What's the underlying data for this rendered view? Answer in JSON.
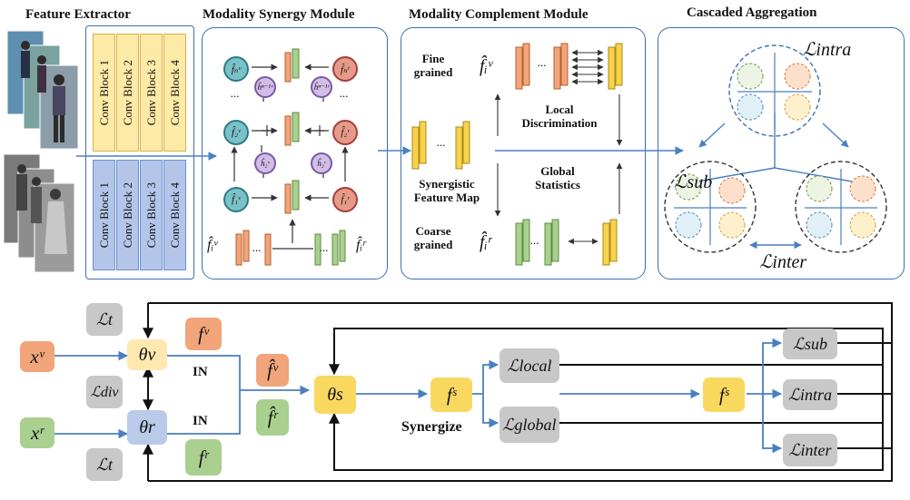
{
  "titles": {
    "feature_extractor": "Feature Extractor",
    "synergy": "Modality Synergy Module",
    "complement": "Modality Complement Module",
    "cascaded": "Cascaded Aggregation"
  },
  "conv_blocks": [
    "Conv Block 1",
    "Conv Block 2",
    "Conv Block 3",
    "Conv Block 4"
  ],
  "synergy": {
    "fn_v": "f̂ₙᵛ",
    "fn_r": "f̂ₙʳ",
    "f2_v": "f̂₂ᵛ",
    "f2_r": "f̂₂ʳ",
    "f1_v": "f̂₁ᵛ",
    "f1_r": "f̂₁ʳ",
    "hn_v": "ĥⁿ⁻¹ᵛ",
    "hn_r": "ĥⁿ⁻¹ʳ",
    "h2_v": "ĥ₂ᵛ",
    "h2_r": "ĥ₂ʳ",
    "fi_v": "f̂ᵢᵛ",
    "fi_r": "f̂ᵢʳ",
    "dots": "..."
  },
  "complement": {
    "fine": "Fine grained",
    "coarse": "Coarse grained",
    "synergistic": "Synergistic Feature Map",
    "local": "Local Discrimination",
    "global": "Global Statistics",
    "fi_v": "f̂ᵢᵛ",
    "fi_r": "f̂ᵢʳ",
    "dots": "..."
  },
  "cascaded": {
    "intra": "ℒintra",
    "sub": "ℒsub",
    "inter": "ℒinter"
  },
  "flow": {
    "xv": "xᵛ",
    "xr": "xʳ",
    "lt": "ℒt",
    "ldiv": "ℒdiv",
    "lt2": "ℒt",
    "theta_v": "θv",
    "theta_r": "θr",
    "theta_s": "θs",
    "fv": "fᵛ",
    "fr": "fʳ",
    "fhat_v": "f̂ᵛ",
    "fhat_r": "f̂ʳ",
    "in1": "IN",
    "in2": "IN",
    "fs1": "fˢ",
    "fs2": "fˢ",
    "synergize": "Synergize",
    "l_local": "ℒlocal",
    "l_global": "ℒglobal",
    "l_sub": "ℒsub",
    "l_intra": "ℒintra",
    "l_inter": "ℒinter"
  },
  "colors": {
    "panel_border": "#3b6fb0",
    "arrow": "#4a7fc1",
    "yellow": "#fdeaa6",
    "yellow_border": "#d9b24a",
    "blue": "#b3c6ea",
    "blue_border": "#6a8fcf",
    "orange": "#f2a47b",
    "green": "#a9d08e",
    "gray": "#c8c8c8",
    "theta_v": "#fde9b0",
    "theta_r": "#b9cbe9",
    "theta_s": "#f9d860"
  }
}
